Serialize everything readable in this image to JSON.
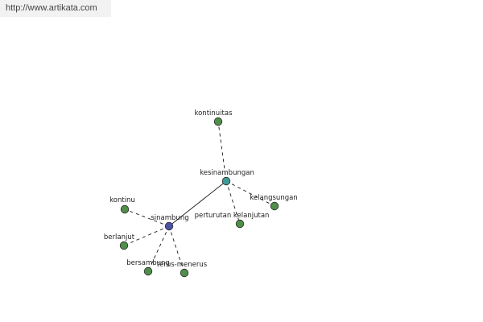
{
  "source_url": "http://www.artikata.com",
  "colors": {
    "leaf": "#4f8f4a",
    "hub": "#3f9b98",
    "root": "#4b53a5",
    "outline": "#2a2a2a",
    "edge": "#1a1a1a"
  },
  "nodes": [
    {
      "id": "kontinuitas",
      "label": "kontinuitas",
      "kind": "leaf"
    },
    {
      "id": "kesinambungan",
      "label": "kesinambungan",
      "kind": "hub"
    },
    {
      "id": "kelangsungan",
      "label": "kelangsungan",
      "kind": "leaf"
    },
    {
      "id": "perturutan-kelanjutan",
      "label": "perturutan kelanjutan",
      "kind": "leaf"
    },
    {
      "id": "sinambung",
      "label": "sinambung",
      "kind": "root"
    },
    {
      "id": "kontinu",
      "label": "kontinu",
      "kind": "leaf"
    },
    {
      "id": "berlanjut",
      "label": "berlanjut",
      "kind": "leaf"
    },
    {
      "id": "bersambung",
      "label": "bersambung",
      "kind": "leaf"
    },
    {
      "id": "terus-menerus",
      "label": "terus-menerus",
      "kind": "leaf"
    }
  ],
  "edges": [
    {
      "from": "kesinambungan",
      "to": "kontinuitas",
      "style": "dashed"
    },
    {
      "from": "kesinambungan",
      "to": "kelangsungan",
      "style": "dashed"
    },
    {
      "from": "kesinambungan",
      "to": "perturutan-kelanjutan",
      "style": "dashed"
    },
    {
      "from": "kesinambungan",
      "to": "sinambung",
      "style": "solid"
    },
    {
      "from": "sinambung",
      "to": "kontinu",
      "style": "dashed"
    },
    {
      "from": "sinambung",
      "to": "berlanjut",
      "style": "dashed"
    },
    {
      "from": "sinambung",
      "to": "bersambung",
      "style": "dashed"
    },
    {
      "from": "sinambung",
      "to": "terus-menerus",
      "style": "dashed"
    }
  ]
}
